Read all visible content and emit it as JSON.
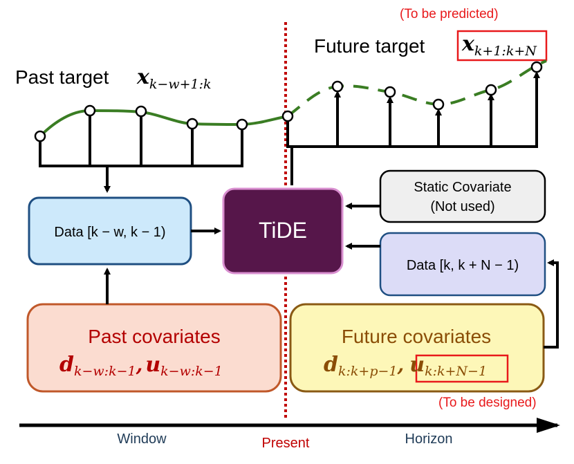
{
  "titles": {
    "past_target": "Past target",
    "past_target_sym": "x",
    "past_target_sub": "k−w+1:k",
    "future_target": "Future target",
    "future_target_sym": "x",
    "future_target_sub": "k+1:k+N",
    "to_be_predicted": "(To be predicted)",
    "to_be_designed": "(To be designed)"
  },
  "boxes": {
    "data_past": "Data [k − w, k − 1)",
    "tide": "TiDE",
    "static_line1": "Static Covariate",
    "static_line2": "(Not used)",
    "data_future": "Data [k, k + N − 1)",
    "past_cov_title": "Past covariates",
    "past_cov_d": "d",
    "past_cov_d_sub": "k−w:k−1",
    "past_cov_sep": ",",
    "past_cov_u": "u",
    "past_cov_u_sub": "k−w:k−1",
    "future_cov_title": "Future covariates",
    "future_cov_d": "d",
    "future_cov_d_sub": "k:k+p−1",
    "future_cov_sep": ",",
    "future_cov_u": "u",
    "future_cov_u_sub": "k:k+N−1"
  },
  "axis": {
    "window": "Window",
    "present": "Present",
    "horizon": "Horizon"
  },
  "colors": {
    "curve": "#3a7d23",
    "red": "#e8191b",
    "present_line": "#c00000",
    "tide_fill": "#56164a",
    "tide_border": "#d98fd0",
    "data_past_fill": "#cde9fb",
    "data_past_border": "#1f4f82",
    "static_fill": "#efefef",
    "data_future_fill": "#dcdcf7",
    "past_cov_fill": "#fbdcd0",
    "past_cov_border": "#c0582a",
    "past_cov_text": "#b30000",
    "future_cov_fill": "#fdf7b8",
    "future_cov_border": "#8a5a14",
    "future_cov_text": "#8a4d06"
  }
}
